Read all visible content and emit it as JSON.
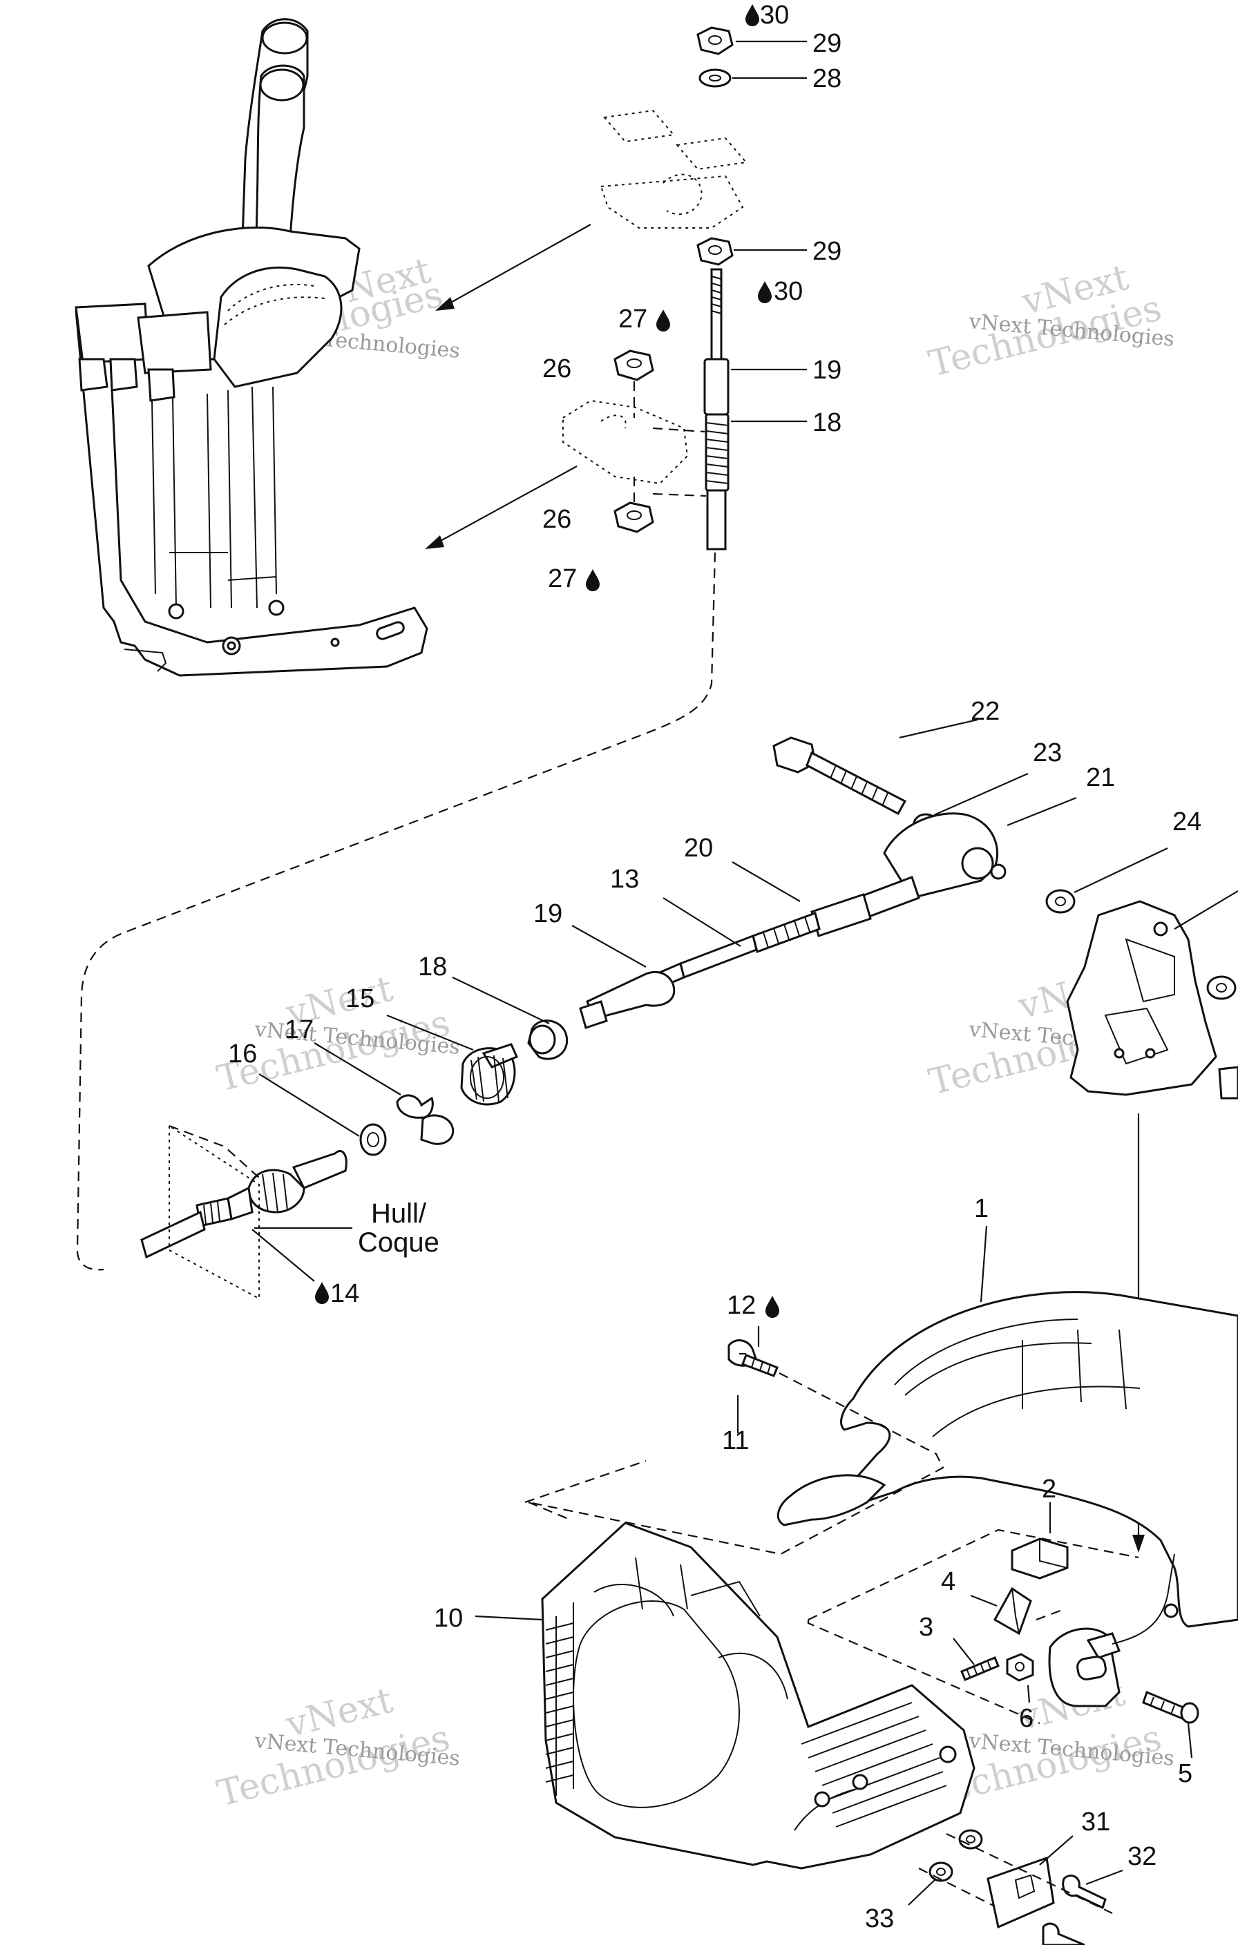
{
  "callouts": [
    {
      "id": "30a",
      "text": "30",
      "drop": true
    },
    {
      "id": "29a",
      "text": "29"
    },
    {
      "id": "28",
      "text": "28"
    },
    {
      "id": "29b",
      "text": "29"
    },
    {
      "id": "30b",
      "text": "30",
      "drop": true
    },
    {
      "id": "27a",
      "text": "27",
      "drop": true
    },
    {
      "id": "26a",
      "text": "26"
    },
    {
      "id": "19a",
      "text": "19"
    },
    {
      "id": "18a",
      "text": "18"
    },
    {
      "id": "26b",
      "text": "26"
    },
    {
      "id": "27b",
      "text": "27",
      "drop": true
    },
    {
      "id": "22",
      "text": "22"
    },
    {
      "id": "23",
      "text": "23"
    },
    {
      "id": "21",
      "text": "21"
    },
    {
      "id": "24",
      "text": "24"
    },
    {
      "id": "20",
      "text": "20"
    },
    {
      "id": "13",
      "text": "13"
    },
    {
      "id": "19b",
      "text": "19"
    },
    {
      "id": "18b",
      "text": "18"
    },
    {
      "id": "15",
      "text": "15"
    },
    {
      "id": "17",
      "text": "17"
    },
    {
      "id": "16",
      "text": "16"
    },
    {
      "id": "14",
      "text": "14",
      "drop": true
    },
    {
      "id": "1",
      "text": "1"
    },
    {
      "id": "12",
      "text": "12",
      "drop": true
    },
    {
      "id": "11",
      "text": "11"
    },
    {
      "id": "2",
      "text": "2"
    },
    {
      "id": "4",
      "text": "4"
    },
    {
      "id": "3",
      "text": "3"
    },
    {
      "id": "10",
      "text": "10"
    },
    {
      "id": "6",
      "text": "6"
    },
    {
      "id": "5",
      "text": "5"
    },
    {
      "id": "31",
      "text": "31"
    },
    {
      "id": "32",
      "text": "32"
    },
    {
      "id": "33",
      "text": "33"
    }
  ],
  "hull_label": {
    "line1": "Hull/",
    "line2": "Coque"
  },
  "watermark": {
    "small": "vNext Technologies",
    "big_line1": "vNext",
    "big_line2": "Technologies"
  }
}
